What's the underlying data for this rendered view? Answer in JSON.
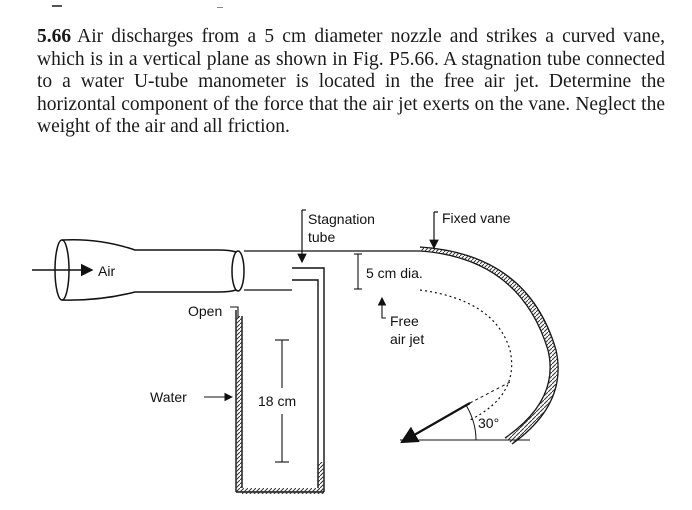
{
  "problem": {
    "number": "5.66",
    "text": "Air discharges from a 5 cm diameter nozzle and strikes a curved vane, which is in a vertical plane as shown in Fig. P5.66. A stagnation tube connected to a water U-tube manometer is located in the free air jet. Determine the horizontal component of the force that the air jet exerts on the vane. Neglect the weight of the air and all friction."
  },
  "figure": {
    "labels": {
      "stagnation_line1": "Stagnation",
      "stagnation_line2": "tube",
      "fixed_vane": "Fixed vane",
      "air": "Air",
      "diameter": "5 cm dia.",
      "free_line1": "Free",
      "free_line2": "air jet",
      "open": "Open",
      "water": "Water",
      "height": "18 cm",
      "angle": "30°"
    }
  }
}
